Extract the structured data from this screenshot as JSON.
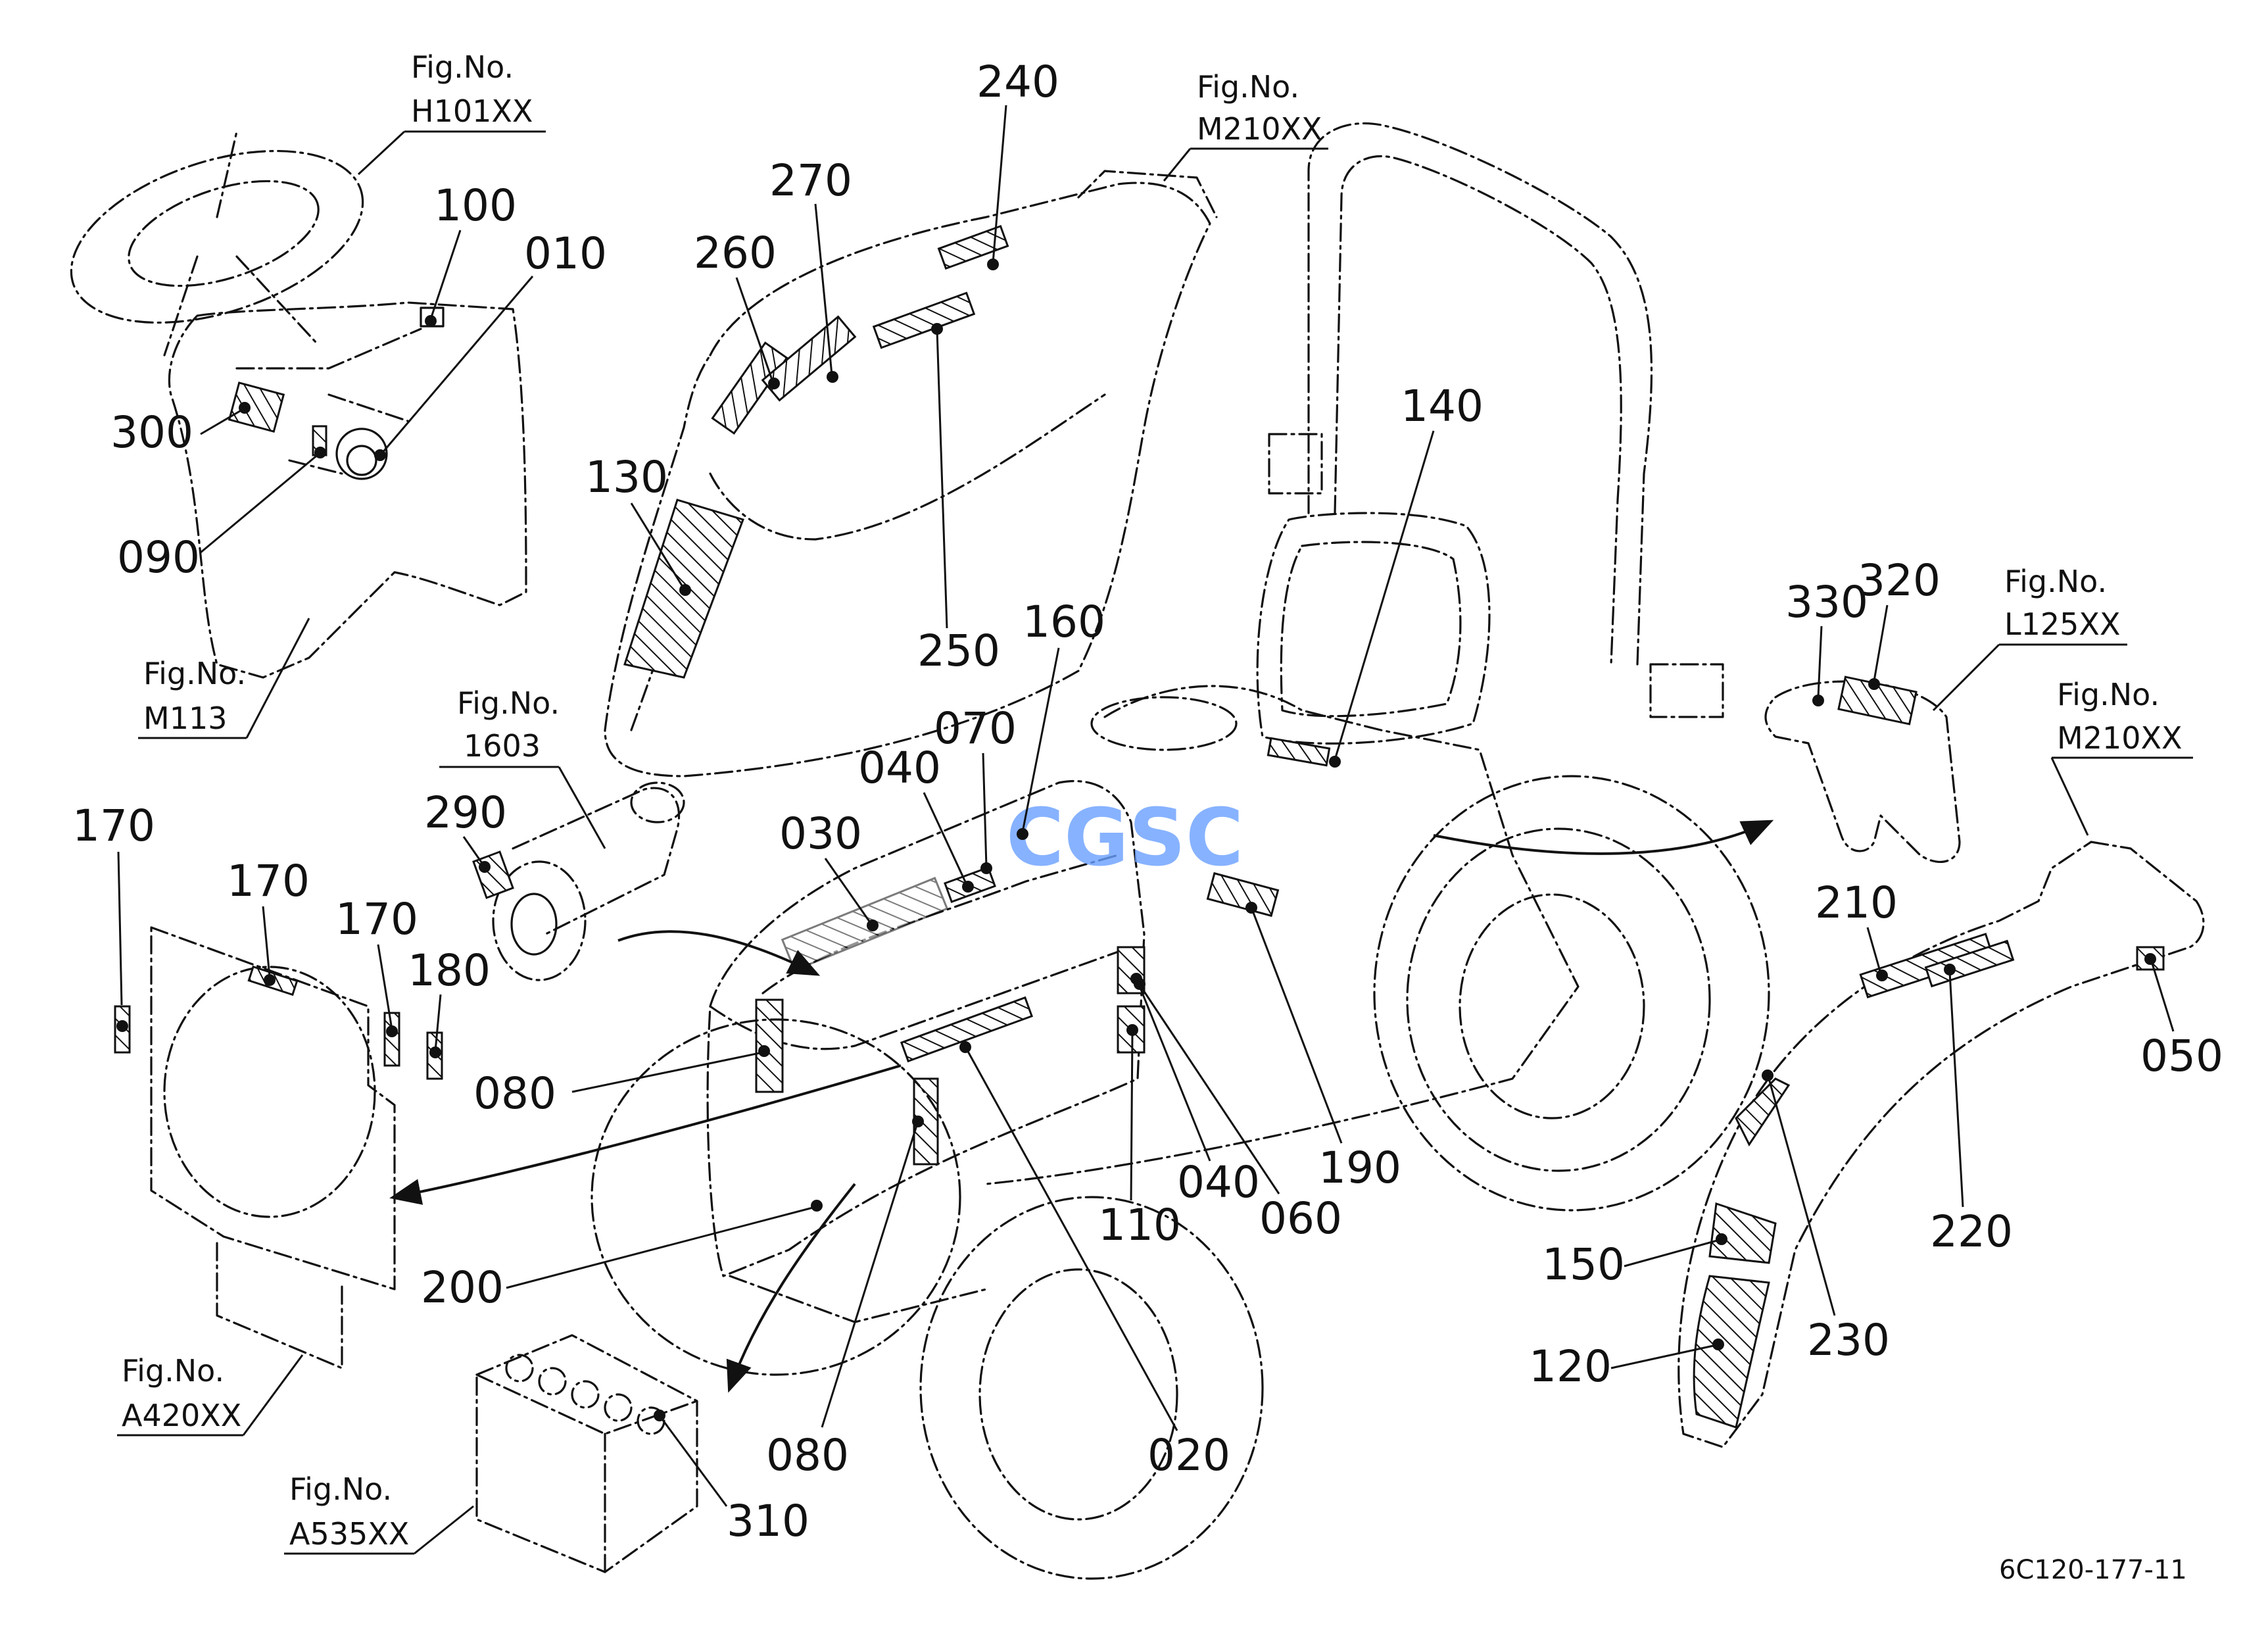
{
  "diagram": {
    "watermark": "CGSC",
    "drawing_code": "6C120-177-11",
    "figure_refs": [
      {
        "id": "h101",
        "title": "Fig.No.",
        "code": "H101XX"
      },
      {
        "id": "m210_top",
        "title": "Fig.No.",
        "code": "M210XX"
      },
      {
        "id": "m113",
        "title": "Fig.No.",
        "code": "M113"
      },
      {
        "id": "f1603",
        "title": "Fig.No.",
        "code": "1603"
      },
      {
        "id": "l125",
        "title": "Fig.No.",
        "code": "L125XX"
      },
      {
        "id": "m210_right",
        "title": "Fig.No.",
        "code": "M210XX"
      },
      {
        "id": "a420",
        "title": "Fig.No.",
        "code": "A420XX"
      },
      {
        "id": "a535",
        "title": "Fig.No.",
        "code": "A535XX"
      }
    ],
    "callouts": [
      {
        "id": "c240",
        "label": "240"
      },
      {
        "id": "c270",
        "label": "270"
      },
      {
        "id": "c260",
        "label": "260"
      },
      {
        "id": "c130",
        "label": "130"
      },
      {
        "id": "c250",
        "label": "250"
      },
      {
        "id": "c100",
        "label": "100"
      },
      {
        "id": "c010",
        "label": "010"
      },
      {
        "id": "c300",
        "label": "300"
      },
      {
        "id": "c090",
        "label": "090"
      },
      {
        "id": "c140",
        "label": "140"
      },
      {
        "id": "c160",
        "label": "160"
      },
      {
        "id": "c070",
        "label": "070"
      },
      {
        "id": "c040a",
        "label": "040"
      },
      {
        "id": "c030",
        "label": "030"
      },
      {
        "id": "c290",
        "label": "290"
      },
      {
        "id": "c170a",
        "label": "170"
      },
      {
        "id": "c170b",
        "label": "170"
      },
      {
        "id": "c170c",
        "label": "170"
      },
      {
        "id": "c180",
        "label": "180"
      },
      {
        "id": "c080a",
        "label": "080"
      },
      {
        "id": "c200",
        "label": "200"
      },
      {
        "id": "c080b",
        "label": "080"
      },
      {
        "id": "c020",
        "label": "020"
      },
      {
        "id": "c310",
        "label": "310"
      },
      {
        "id": "c110",
        "label": "110"
      },
      {
        "id": "c040b",
        "label": "040"
      },
      {
        "id": "c060",
        "label": "060"
      },
      {
        "id": "c190",
        "label": "190"
      },
      {
        "id": "c330",
        "label": "330"
      },
      {
        "id": "c320",
        "label": "320"
      },
      {
        "id": "c210",
        "label": "210"
      },
      {
        "id": "c050",
        "label": "050"
      },
      {
        "id": "c220",
        "label": "220"
      },
      {
        "id": "c150",
        "label": "150"
      },
      {
        "id": "c230",
        "label": "230"
      },
      {
        "id": "c120",
        "label": "120"
      }
    ]
  }
}
